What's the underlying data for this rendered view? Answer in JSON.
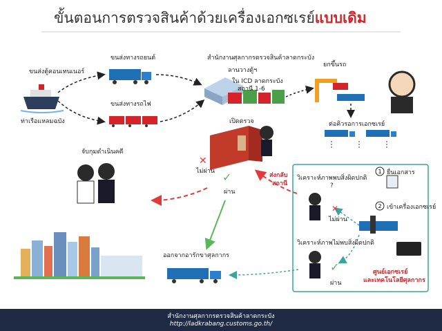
{
  "title": {
    "main": "ขั้นตอนการตรวจสินค้าด้วยเครื่องเอกซเรย์",
    "highlight": "แบบเดิม"
  },
  "labels": {
    "container_ship": "ขนส่งตู้คอนเทนเนอร์",
    "port": "ท่าเรือแหลมฉบัง",
    "truck": "ขนส่งทางรถยนต์",
    "train": "ขนส่งทางรถไฟ",
    "office": "สำนักงานศุลกากรตรวจสินค้าลาดกระบัง",
    "yard": "ลานวางตู้ฯ",
    "icd_line1": "ใน ICD ลาดกระบัง",
    "icd_line2": "สถานี 1-6",
    "lift": "ยกขึ้นรถ",
    "queue": "ต่อคิวรอการเอกซเรย์",
    "open_inspect": "เปิดตรวจ",
    "arrest": "จับกุมดำเนินคดี",
    "fail_1": "ไม่ผ่าน",
    "pass_1": "ผ่าน",
    "return_1": "ส่งกลับ",
    "return_2": "สถานี",
    "analyze_found": "วิเคราะห์ภาพพบสิ่งผิดปกติ",
    "question": "?",
    "submit_docs": "ยื่นเอกสาร",
    "fail_2": "ไม่ผ่าน",
    "enter_xray": "เข้าเครื่องเอกซเรย์",
    "analyze_not_found": "วิเคราะห์ภาพไม่พบสิ่งผิดปกติ",
    "pass_2": "ผ่าน",
    "xray_center_1": "ศูนย์เอกซเรย์",
    "xray_center_2": "และเทคโนโลยีศุลกากร",
    "exit": "ออกจากอารักขาศุลกากร"
  },
  "badges": {
    "step1": "1",
    "step2": "2"
  },
  "footer": {
    "org": "สำนักงานศุลกากรตรวจสินค้าลาดกระบัง",
    "url": "http://ladkrabang.customs.go.th/"
  },
  "colors": {
    "title_highlight": "#d3242a",
    "truck_blue": "#1f6fb4",
    "train_red": "#d3242a",
    "pass_green": "#5bb55b",
    "fail_red": "#e23a3a",
    "teal_border": "#3aa59b",
    "footer_bg": "#1f2a44"
  }
}
